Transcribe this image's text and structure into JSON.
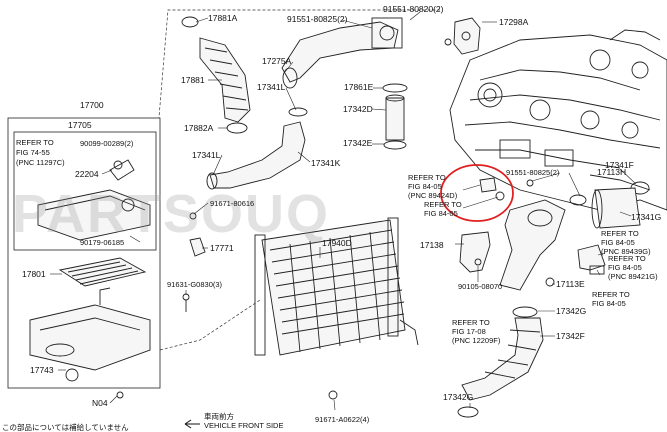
{
  "parts": {
    "p17881A": "17881A",
    "p91551_80825": "91551-80825(2)",
    "p91551_80820": "91551-80820(2)",
    "p17298A": "17298A",
    "p17275A": "17275A",
    "p17881": "17881",
    "p17861E": "17861E",
    "p17341L_top": "17341L",
    "p17342D": "17342D",
    "p17882A": "17882A",
    "p17342E": "17342E",
    "p17700": "17700",
    "p17705": "17705",
    "p90099": "90099-00289(2)",
    "p17341L": "17341L",
    "p17341K": "17341K",
    "p22204": "22204",
    "p91671_80616": "91671-80616",
    "p90179": "90179-06185",
    "p17771": "17771",
    "p17940D": "17940D",
    "p17801": "17801",
    "p91631": "91631-G0830(3)",
    "p17743": "17743",
    "pN04": "N04",
    "p91671_A0622": "91671-A0622(4)",
    "p91551_80825_r": "91551-80825(2)",
    "p17113H": "17113H",
    "p17341F": "17341F",
    "p17341G": "17341G",
    "p17138": "17138",
    "p90105": "90105-08070",
    "p17113E": "17113E",
    "p17342G": "17342G",
    "p17342F": "17342F",
    "p17342G_b": "17342G"
  },
  "refs": {
    "r1_l1": "REFER TO",
    "r1_l2": "FIG 74-55",
    "r1_l3": "(PNC 11297C)",
    "r2_l1": "REFER TO",
    "r2_l2": "FIG 84-05",
    "r2_l3": "(PNC 89424D)",
    "r3_l1": "REFER TO",
    "r3_l2": "FIG 84-05",
    "r4_l1": "REFER TO",
    "r4_l2": "FIG 84-05",
    "r4_l3": "(PNC 89439G)",
    "r5_l1": "REFER TO",
    "r5_l2": "FIG 84-05",
    "r5_l3": "(PNC 89421G)",
    "r6_l1": "REFER TO",
    "r6_l2": "FIG 84-05",
    "r7_l1": "REFER TO",
    "r7_l2": "FIG 17-08",
    "r7_l3": "(PNC 12209F)"
  },
  "footer": {
    "front_jp": "車両前方",
    "front_en": "VEHICLE FRONT SIDE",
    "note_jp": "この部品については補給していません"
  },
  "watermark": "PARTSOUQ",
  "colors": {
    "highlight": "#e02020",
    "line": "#222222"
  }
}
